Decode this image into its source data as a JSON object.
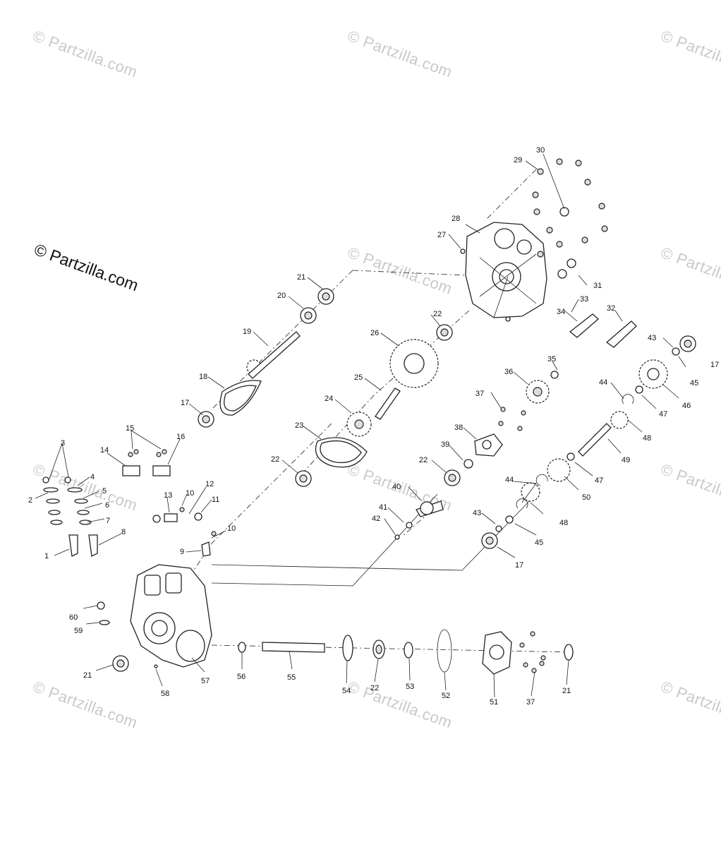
{
  "copyright": "© Partzilla.com",
  "watermark": "© Partzilla.com",
  "labels": [
    "1",
    "2",
    "3",
    "4",
    "5",
    "6",
    "7",
    "8",
    "9",
    "10",
    "10",
    "11",
    "12",
    "13",
    "14",
    "15",
    "16",
    "17",
    "17",
    "17",
    "18",
    "19",
    "20",
    "21",
    "21",
    "21",
    "22",
    "22",
    "22",
    "22",
    "23",
    "24",
    "25",
    "26",
    "27",
    "28",
    "29",
    "30",
    "31",
    "32",
    "33",
    "34",
    "35",
    "36",
    "37",
    "37",
    "38",
    "39",
    "40",
    "41",
    "42",
    "43",
    "43",
    "44",
    "44",
    "45",
    "45",
    "46",
    "47",
    "47",
    "48",
    "48",
    "49",
    "50",
    "51",
    "52",
    "53",
    "54",
    "55",
    "56",
    "57",
    "58",
    "59",
    "60"
  ]
}
